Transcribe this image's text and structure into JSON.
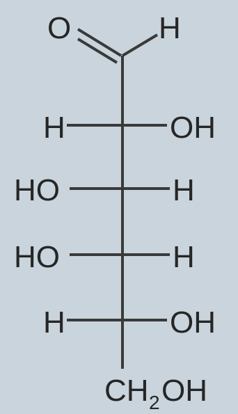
{
  "molecule": {
    "aldehyde": {
      "oxygen": "O",
      "hydrogen": "H"
    },
    "rows": [
      {
        "left": "H",
        "right": "OH"
      },
      {
        "left": "HO",
        "right": "H"
      },
      {
        "left": "HO",
        "right": "H"
      },
      {
        "left": "H",
        "right": "OH"
      }
    ],
    "terminal": {
      "prefix": "CH",
      "subscript": "2",
      "suffix": "OH"
    }
  },
  "colors": {
    "background": "#c9d4dc",
    "ink": "#262626",
    "bond": "#3a3a3a"
  }
}
